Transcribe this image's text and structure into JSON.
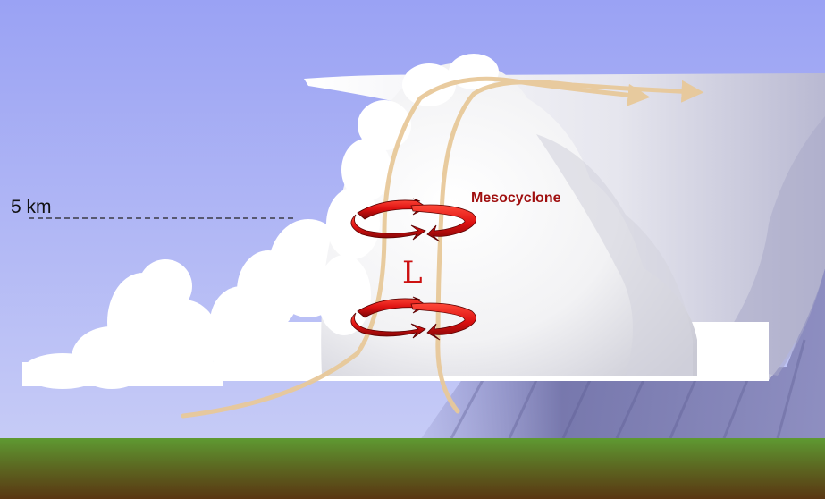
{
  "labels": {
    "altitude": "5 km",
    "mesocyclone": "Mesocyclone",
    "low_pressure": "L"
  },
  "colors": {
    "sky_top": "#9aa2f4",
    "sky_bottom": "#c6cbf6",
    "cloud": "#ffffff",
    "cloud_shade": "#cfcfd8",
    "rain_shaft": "#6a6aa0",
    "ground_top": "#5e9a32",
    "ground_bottom": "#5a3612",
    "updraft": "#e8c99a",
    "rotation": "#dd1111",
    "label_red": "#a01010",
    "dashed_line": "#222222"
  },
  "icons": {
    "updraft_arrows": "updraft-arrow-icon",
    "rotation_arrows": "rotation-arrow-icon"
  }
}
